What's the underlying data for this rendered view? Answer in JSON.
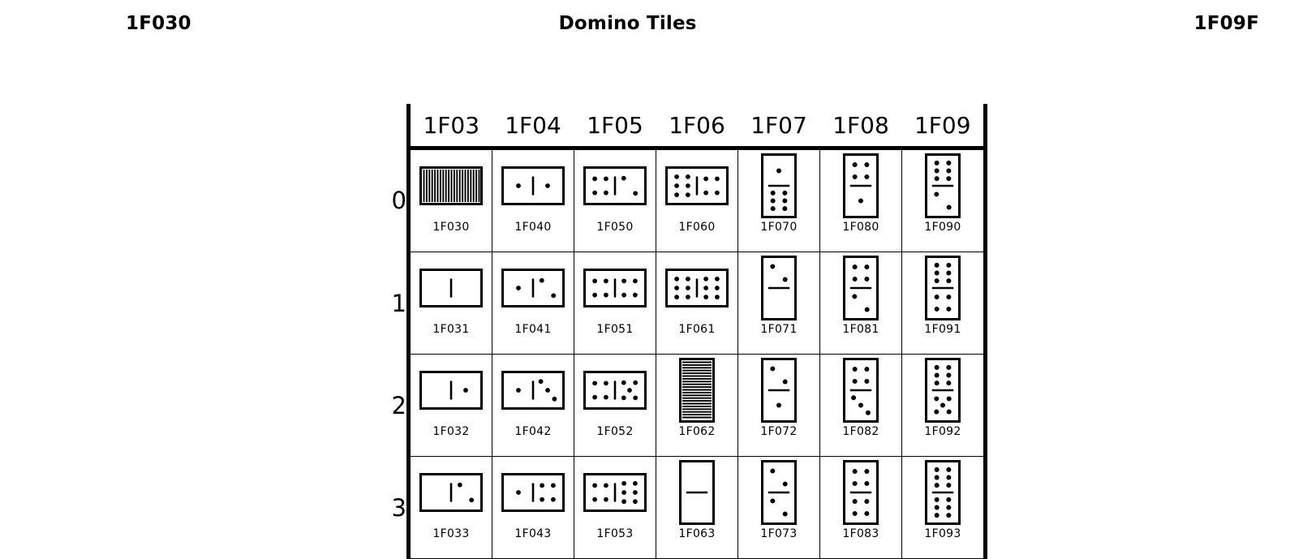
{
  "header": {
    "range_start": "1F030",
    "title": "Domino Tiles",
    "range_end": "1F09F"
  },
  "chart": {
    "column_headers": [
      "1F03",
      "1F04",
      "1F05",
      "1F06",
      "1F07",
      "1F08",
      "1F09"
    ],
    "row_labels": [
      "0",
      "1",
      "2",
      "3"
    ],
    "rows": [
      {
        "label": "0",
        "cells": [
          {
            "codepoint": "1F030",
            "glyph": {
              "kind": "back",
              "orient": "h"
            }
          },
          {
            "codepoint": "1F040",
            "glyph": {
              "kind": "tile",
              "orient": "h",
              "a": 1,
              "b": 1
            }
          },
          {
            "codepoint": "1F050",
            "glyph": {
              "kind": "tile",
              "orient": "h",
              "a": 4,
              "b": 2
            }
          },
          {
            "codepoint": "1F060",
            "glyph": {
              "kind": "tile",
              "orient": "h",
              "a": 6,
              "b": 4
            }
          },
          {
            "codepoint": "1F070",
            "glyph": {
              "kind": "tile",
              "orient": "v",
              "a": 1,
              "b": 6
            }
          },
          {
            "codepoint": "1F080",
            "glyph": {
              "kind": "tile",
              "orient": "v",
              "a": 4,
              "b": 1
            }
          },
          {
            "codepoint": "1F090",
            "glyph": {
              "kind": "tile",
              "orient": "v",
              "a": 6,
              "b": 2
            }
          }
        ]
      },
      {
        "label": "1",
        "cells": [
          {
            "codepoint": "1F031",
            "glyph": {
              "kind": "tile",
              "orient": "h",
              "a": 0,
              "b": 0
            }
          },
          {
            "codepoint": "1F041",
            "glyph": {
              "kind": "tile",
              "orient": "h",
              "a": 1,
              "b": 2
            }
          },
          {
            "codepoint": "1F051",
            "glyph": {
              "kind": "tile",
              "orient": "h",
              "a": 4,
              "b": 4
            }
          },
          {
            "codepoint": "1F061",
            "glyph": {
              "kind": "tile",
              "orient": "h",
              "a": 6,
              "b": 6
            }
          },
          {
            "codepoint": "1F071",
            "glyph": {
              "kind": "tile",
              "orient": "v",
              "a": 2,
              "b": 0
            }
          },
          {
            "codepoint": "1F081",
            "glyph": {
              "kind": "tile",
              "orient": "v",
              "a": 4,
              "b": 2
            }
          },
          {
            "codepoint": "1F091",
            "glyph": {
              "kind": "tile",
              "orient": "v",
              "a": 6,
              "b": 4
            }
          }
        ]
      },
      {
        "label": "2",
        "cells": [
          {
            "codepoint": "1F032",
            "glyph": {
              "kind": "tile",
              "orient": "h",
              "a": 0,
              "b": 1
            }
          },
          {
            "codepoint": "1F042",
            "glyph": {
              "kind": "tile",
              "orient": "h",
              "a": 1,
              "b": 3
            }
          },
          {
            "codepoint": "1F052",
            "glyph": {
              "kind": "tile",
              "orient": "h",
              "a": 4,
              "b": 5
            }
          },
          {
            "codepoint": "1F062",
            "glyph": {
              "kind": "back",
              "orient": "v"
            }
          },
          {
            "codepoint": "1F072",
            "glyph": {
              "kind": "tile",
              "orient": "v",
              "a": 2,
              "b": 1
            }
          },
          {
            "codepoint": "1F082",
            "glyph": {
              "kind": "tile",
              "orient": "v",
              "a": 4,
              "b": 3
            }
          },
          {
            "codepoint": "1F092",
            "glyph": {
              "kind": "tile",
              "orient": "v",
              "a": 6,
              "b": 5
            }
          }
        ]
      },
      {
        "label": "3",
        "clipped": true,
        "cells": [
          {
            "codepoint": "1F033",
            "glyph": {
              "kind": "tile",
              "orient": "h",
              "a": 0,
              "b": 2
            }
          },
          {
            "codepoint": "1F043",
            "glyph": {
              "kind": "tile",
              "orient": "h",
              "a": 1,
              "b": 4
            }
          },
          {
            "codepoint": "1F053",
            "glyph": {
              "kind": "tile",
              "orient": "h",
              "a": 4,
              "b": 6
            }
          },
          {
            "codepoint": "1F063",
            "glyph": {
              "kind": "tile",
              "orient": "v",
              "a": 0,
              "b": 0
            }
          },
          {
            "codepoint": "1F073",
            "glyph": {
              "kind": "tile",
              "orient": "v",
              "a": 2,
              "b": 2
            }
          },
          {
            "codepoint": "1F083",
            "glyph": {
              "kind": "tile",
              "orient": "v",
              "a": 4,
              "b": 4
            }
          },
          {
            "codepoint": "1F093",
            "glyph": {
              "kind": "tile",
              "orient": "v",
              "a": 6,
              "b": 6
            }
          }
        ]
      }
    ]
  },
  "colors": {
    "ink": "#000000",
    "paper": "#ffffff"
  }
}
